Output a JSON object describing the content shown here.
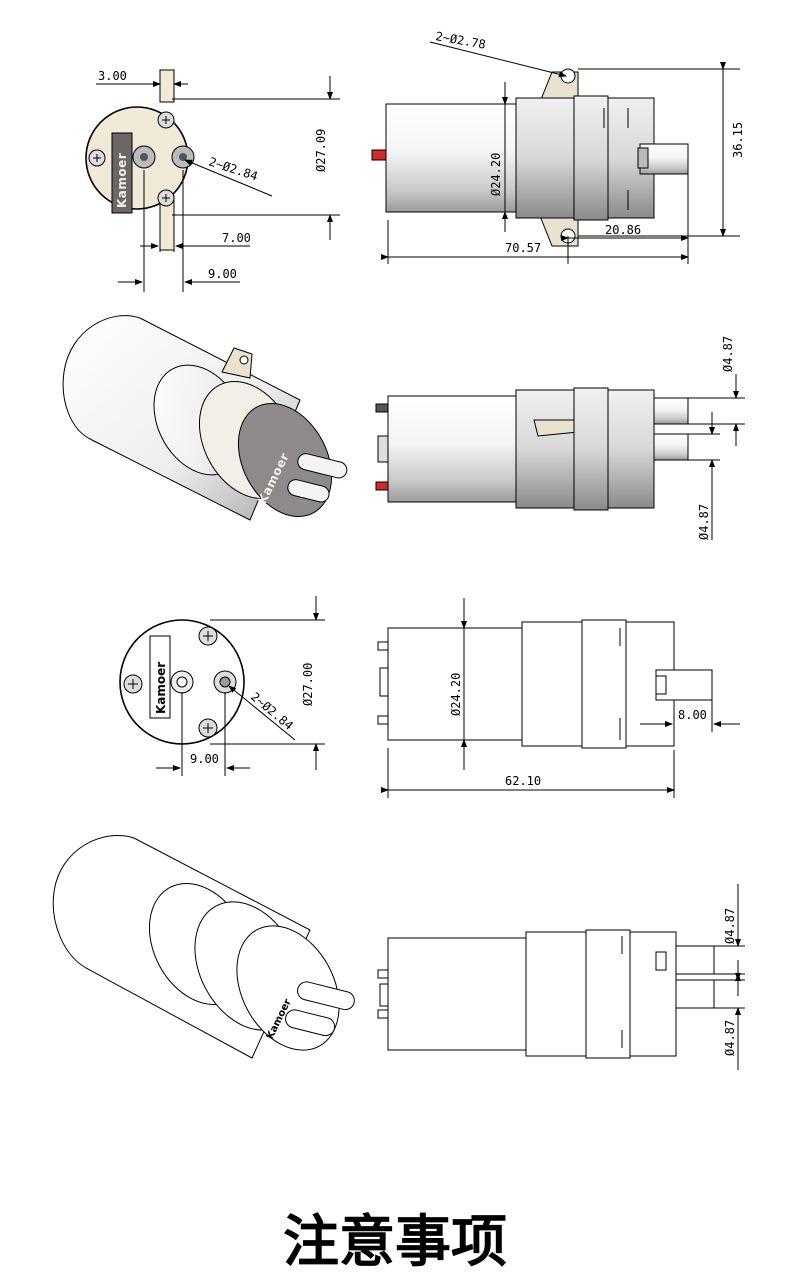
{
  "brand": "Kamoer",
  "views": {
    "front_view_top": {
      "dim_3": "3.00",
      "dim_27_09": "Ø27.09",
      "dim_hole": "2~Ø2.84",
      "dim_7": "7.00",
      "dim_9": "9.00"
    },
    "side_view_top": {
      "dim_mount_hole": "2~Ø2.78",
      "dim_24_20": "Ø24.20",
      "dim_36_15": "36.15",
      "dim_20_86": "20.86",
      "dim_70_57": "70.57"
    },
    "side_view_2": {
      "dim_4_87_top": "Ø4.87",
      "dim_4_87_bottom": "Ø4.87"
    },
    "front_view_bottom": {
      "dim_27": "Ø27.00",
      "dim_hole": "2~Ø2.84",
      "dim_9": "9.00"
    },
    "side_view_3": {
      "dim_24_20": "Ø24.20",
      "dim_8": "8.00",
      "dim_62_10": "62.10"
    },
    "side_view_4": {
      "dim_4_87_top": "Ø4.87",
      "dim_4_87_bottom": "Ø4.87"
    }
  },
  "colors": {
    "cream": "#f1ead8",
    "grey_head": "#8e8a8c",
    "line": "#000000",
    "terminal_red": "#d22a2a"
  },
  "bottom_title": "注意事项"
}
